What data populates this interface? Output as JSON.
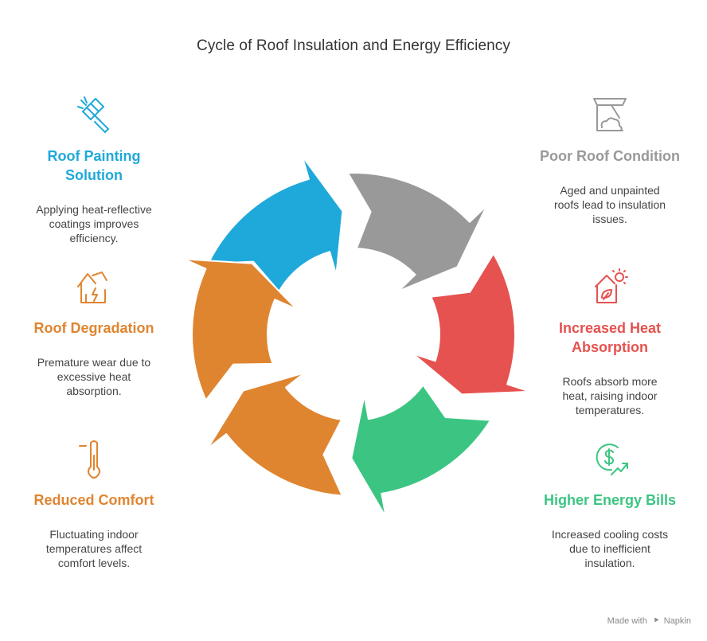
{
  "title": "Cycle of Roof Insulation and Energy Efficiency",
  "colors": {
    "blue": "#1FA9DA",
    "gray": "#999999",
    "red": "#E5524F",
    "green": "#3CC582",
    "orange": "#DF8530"
  },
  "stages": {
    "roof_painting": {
      "title": "Roof Painting Solution",
      "desc": "Applying heat-reflective coatings improves efficiency.",
      "icon": "paint-roller-icon"
    },
    "poor_condition": {
      "title": "Poor Roof Condition",
      "desc": "Aged and unpainted roofs lead to insulation issues.",
      "icon": "damaged-roof-icon"
    },
    "heat_absorption": {
      "title": "Increased Heat Absorption",
      "desc": "Roofs absorb more heat, raising indoor temperatures.",
      "icon": "sun-house-icon"
    },
    "energy_bills": {
      "title": "Higher Energy Bills",
      "desc": "Increased cooling costs due to inefficient insulation.",
      "icon": "rising-cost-icon"
    },
    "reduced_comfort": {
      "title": "Reduced Comfort",
      "desc": "Fluctuating indoor temperatures affect comfort levels.",
      "icon": "thermometer-icon"
    },
    "degradation": {
      "title": "Roof Degradation",
      "desc": "Premature wear due to excessive heat absorption.",
      "icon": "cracked-house-icon"
    }
  },
  "footer": {
    "made_with": "Made with",
    "brand": "Napkin"
  }
}
